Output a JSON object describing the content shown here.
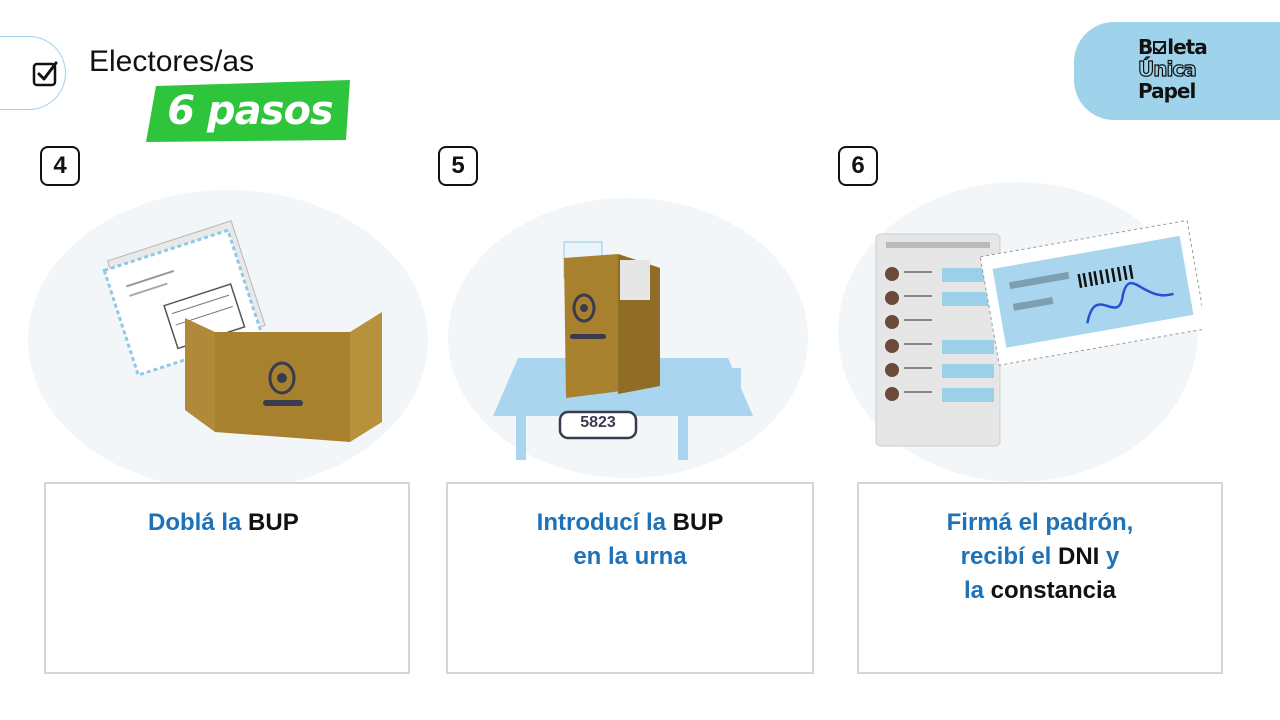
{
  "header": {
    "title": "Electores/as",
    "badge": "6 pasos"
  },
  "logo": {
    "line1_a": "B",
    "line1_b": "leta",
    "line2": "Única",
    "line3": "Papel"
  },
  "steps": [
    {
      "number": "4",
      "lines": [
        [
          {
            "text": "Doblá la ",
            "style": "blue"
          },
          {
            "text": "BUP",
            "style": "dark"
          }
        ]
      ]
    },
    {
      "number": "5",
      "ballot_box_number": "5823",
      "lines": [
        [
          {
            "text": "Introducí la ",
            "style": "blue"
          },
          {
            "text": "BUP",
            "style": "dark"
          }
        ],
        [
          {
            "text": "en la urna",
            "style": "blue"
          }
        ]
      ]
    },
    {
      "number": "6",
      "lines": [
        [
          {
            "text": "Firmá el padrón,",
            "style": "blue"
          }
        ],
        [
          {
            "text": "recibí el ",
            "style": "blue"
          },
          {
            "text": "DNI",
            "style": "dark"
          },
          {
            "text": " y",
            "style": "blue"
          }
        ],
        [
          {
            "text": "la ",
            "style": "blue"
          },
          {
            "text": "constancia",
            "style": "dark"
          }
        ]
      ]
    }
  ],
  "colors": {
    "accent_blue": "#1d72b8",
    "badge_green": "#2ec43c",
    "logo_blue": "#9fd3ec",
    "cardboard": "#a8812f"
  }
}
